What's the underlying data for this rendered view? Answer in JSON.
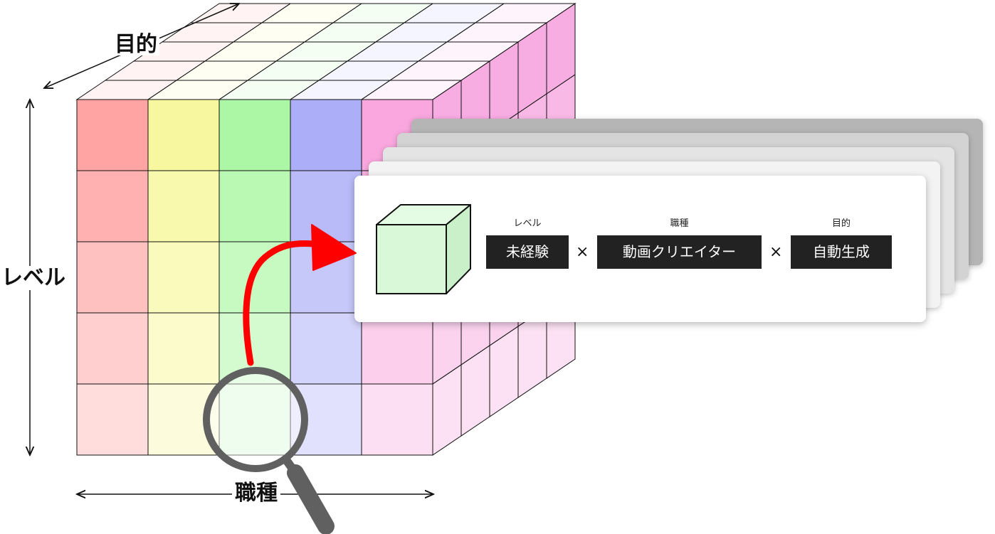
{
  "axes": {
    "purpose": "目的",
    "level": "レベル",
    "job": "職種"
  },
  "card": {
    "fields": [
      {
        "label": "レベル",
        "value": "未経験"
      },
      {
        "label": "職種",
        "value": "動画クリエイター"
      },
      {
        "label": "目的",
        "value": "自動生成"
      }
    ],
    "separator": "×"
  },
  "colors": {
    "columns": [
      "#ff9e9e",
      "#f7f79a",
      "#a8f7a0",
      "#a8aaf8",
      "#f9a2dc"
    ],
    "side_face": "#f7a8e0",
    "arrow": "#ff0000",
    "magnifier": "#606060",
    "card_cube": "#d8f8d8",
    "value_box": "#222222"
  },
  "icons": {
    "magnifier": "magnifier-icon",
    "arrow": "curved-arrow-icon",
    "mini_cube": "cube-icon"
  }
}
